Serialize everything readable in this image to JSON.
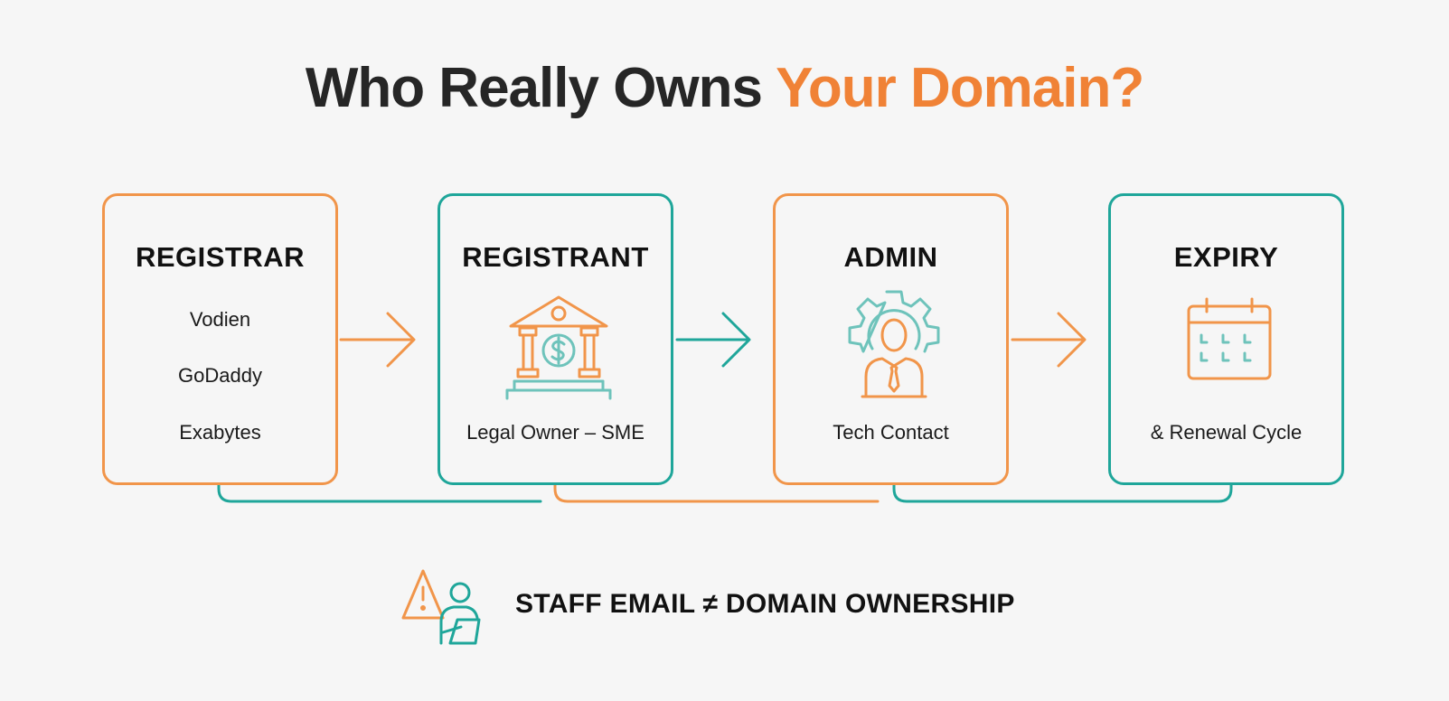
{
  "title": {
    "main": "Who Really Owns ",
    "accent": "Your Domain?"
  },
  "colors": {
    "orange": "#f1954a",
    "teal": "#1fa69a",
    "dark": "#262626"
  },
  "cards": [
    {
      "title": "REGISTRAR",
      "items": [
        "Vodien",
        "GoDaddy",
        "Exabytes"
      ]
    },
    {
      "title": "REGISTRANT",
      "icon": "bank-building-icon",
      "caption": "Legal Owner – SME"
    },
    {
      "title": "ADMIN",
      "icon": "gear-person-icon",
      "caption": "Tech Contact"
    },
    {
      "title": "EXPIRY",
      "icon": "calendar-icon",
      "caption": "& Renewal Cycle"
    }
  ],
  "warning": {
    "icon": "warning-person-tablet-icon",
    "text": "STAFF EMAIL ≠ DOMAIN OWNERSHIP"
  }
}
